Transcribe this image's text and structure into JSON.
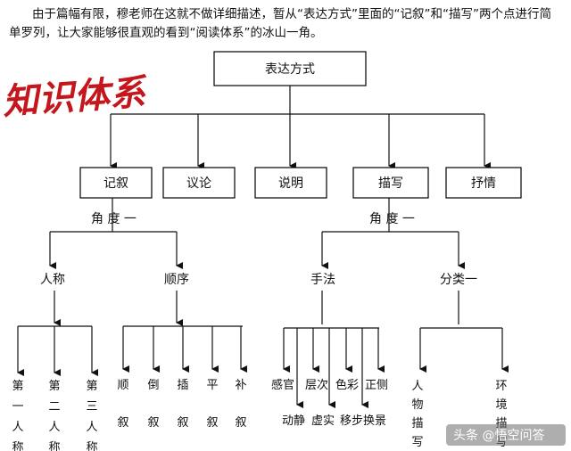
{
  "intro_text": "由于篇幅有限，穆老师在这就不做详细描述，暂从“表达方式”里面的“记叙”和“描写”两个点进行简单罗列，让大家能够很直观的看到“阅读体系”的冰山一角。",
  "stamp_text": "知识体系",
  "root": "表达方式",
  "categories": [
    "记叙",
    "议论",
    "说明",
    "描写",
    "抒情"
  ],
  "left_branch": {
    "angle_label": "角 度 一",
    "person": {
      "label": "人称",
      "items": [
        "第一人称",
        "第二人称",
        "第三人称"
      ]
    },
    "order": {
      "label": "顺序",
      "items": [
        "顺叙",
        "倒叙",
        "插叙",
        "平叙",
        "补叙"
      ]
    }
  },
  "right_branch": {
    "angle_label": "角 度 一",
    "method": {
      "label": "手法",
      "top_items": [
        "感官",
        "层次",
        "色彩",
        "正侧"
      ],
      "bottom_items": [
        "动静",
        "虚实",
        "移步换景"
      ]
    },
    "classify": {
      "label": "分类一",
      "items": [
        "人物描写",
        "环境描写"
      ]
    }
  },
  "watermark": "头条 @悟空问答",
  "colors": {
    "stamp": "#c4161c",
    "line": "#111111",
    "box_border": "#000000"
  }
}
